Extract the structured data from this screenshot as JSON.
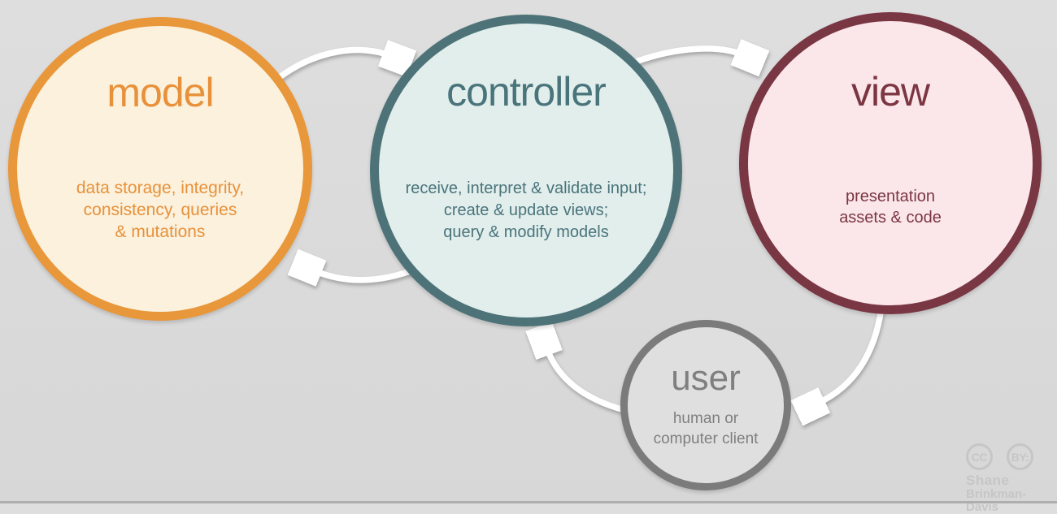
{
  "diagram_type": "mvc-architecture-cycle",
  "background_color": "#d9d9d9",
  "arrow_color": "#ffffff",
  "nodes": [
    {
      "id": "model",
      "label": "model",
      "lines": [
        "data storage, integrity,",
        "consistency, queries",
        "& mutations"
      ],
      "border_color": "#e8973b",
      "fill_color": "#fbf1dd",
      "text_color": "#e8913a"
    },
    {
      "id": "controller",
      "label": "controller",
      "lines": [
        "receive, interpret & validate input;",
        "create & update views;",
        "query & modify models"
      ],
      "border_color": "#4d7378",
      "fill_color": "#e1eeec",
      "text_color": "#4a747b"
    },
    {
      "id": "view",
      "label": "view",
      "lines": [
        "presentation",
        "assets & code"
      ],
      "border_color": "#793643",
      "fill_color": "#fbe7ea",
      "text_color": "#7b3642"
    },
    {
      "id": "user",
      "label": "user",
      "lines": [
        "human or",
        "computer client"
      ],
      "border_color": "#7b7b7b",
      "fill_color": "#dfdfdf",
      "text_color": "#7f7f7f"
    }
  ],
  "edges": [
    {
      "from": "model",
      "to": "controller"
    },
    {
      "from": "controller",
      "to": "view"
    },
    {
      "from": "controller",
      "to": "model"
    },
    {
      "from": "view",
      "to": "user"
    },
    {
      "from": "user",
      "to": "controller"
    }
  ],
  "attribution": {
    "license": "CC BY",
    "badges": [
      "CC",
      "BY:"
    ],
    "author_line1": "Shane",
    "author_line2": "Brinkman-Davis"
  }
}
